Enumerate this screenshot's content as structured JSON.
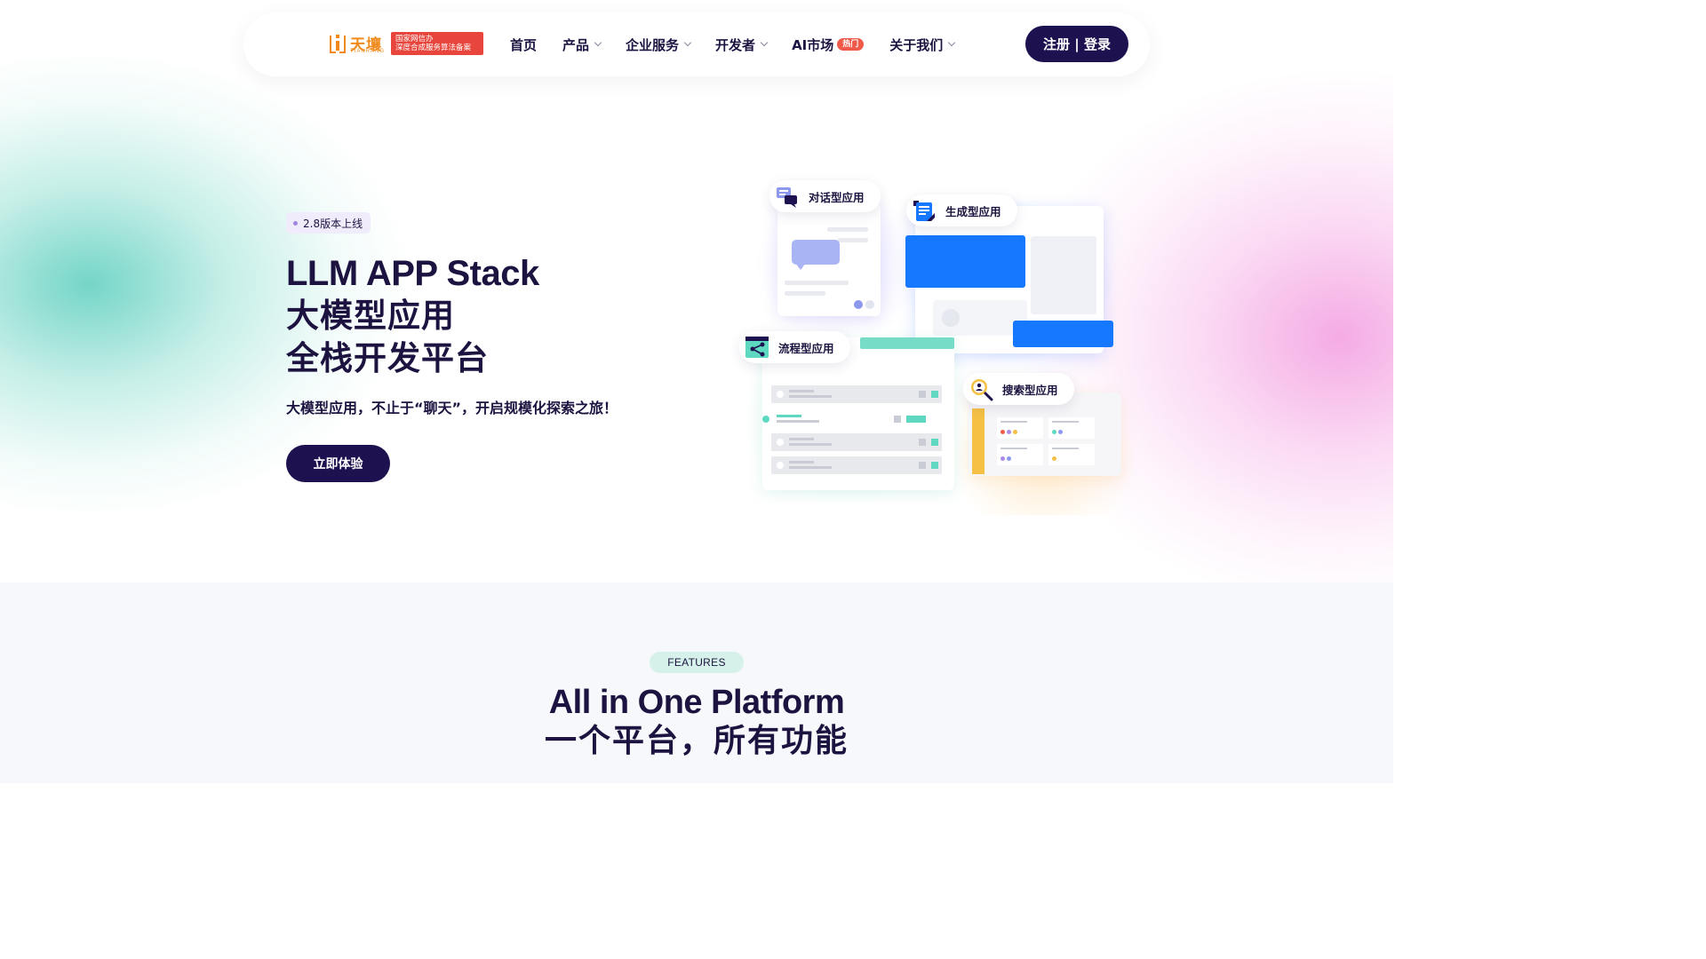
{
  "brand": {
    "name_cn": "天壤",
    "name_en": "TIANRANG",
    "beian_line1": "国家网信办",
    "beian_line2": "深度合成服务算法备案"
  },
  "nav": {
    "items": [
      {
        "label": "首页",
        "dropdown": false
      },
      {
        "label": "产品",
        "dropdown": true
      },
      {
        "label": "企业服务",
        "dropdown": true
      },
      {
        "label": "开发者",
        "dropdown": true
      },
      {
        "label": "AI市场",
        "dropdown": false,
        "badge": "热门"
      },
      {
        "label": "关于我们",
        "dropdown": true
      }
    ],
    "login_label": "注册 | 登录"
  },
  "hero": {
    "version_badge": "2.8版本上线",
    "title": "LLM APP Stack",
    "title_cn_line1": "大模型应用",
    "title_cn_line2": "全栈开发平台",
    "subtitle": "大模型应用，不止于“聊天”，开启规模化探索之旅！",
    "cta_label": "立即体验"
  },
  "illustration": {
    "cards": [
      {
        "label": "对话型应用",
        "icon": "chat-icon"
      },
      {
        "label": "生成型应用",
        "icon": "document-icon"
      },
      {
        "label": "流程型应用",
        "icon": "share-flow-icon"
      },
      {
        "label": "搜索型应用",
        "icon": "search-user-icon"
      }
    ]
  },
  "features": {
    "badge": "FEATURES",
    "title": "All in One Platform",
    "title_cn": "一个平台，所有功能"
  },
  "colors": {
    "primary": "#1e1150",
    "brand_orange": "#f08a1c",
    "beian_red": "#e8463c",
    "accent_blue": "#1677ff",
    "accent_teal": "#5ed8c0"
  }
}
